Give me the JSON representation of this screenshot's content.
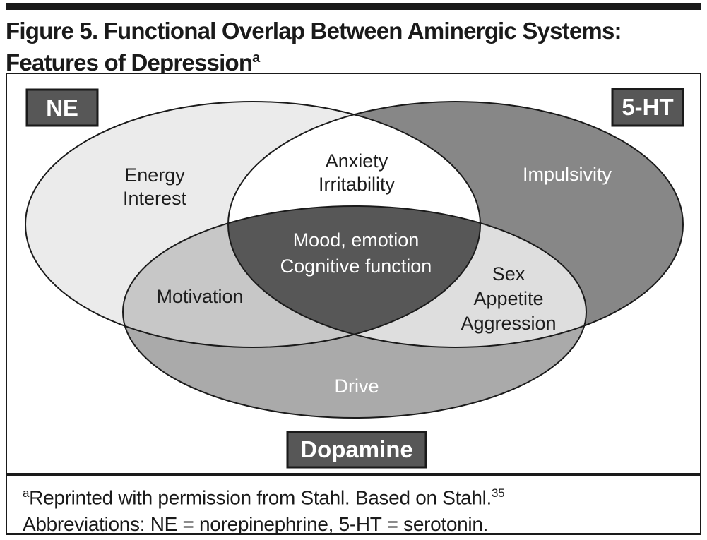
{
  "figure": {
    "title_line1": "Figure 5. Functional Overlap Between Aminergic Systems:",
    "title_line2": "Features of Depression",
    "title_sup": "a"
  },
  "diagram": {
    "system_labels": {
      "ne": "NE",
      "serotonin": "5-HT",
      "dopamine": "Dopamine"
    },
    "regions": {
      "ne_only": {
        "line1": "Energy",
        "line2": "Interest"
      },
      "ne_5ht": {
        "line1": "Anxiety",
        "line2": "Irritability"
      },
      "5ht_only": {
        "line1": "Impulsivity"
      },
      "center": {
        "line1": "Mood, emotion",
        "line2": "Cognitive function"
      },
      "ne_da": {
        "line1": "Motivation"
      },
      "5ht_da": {
        "line1": "Sex",
        "line2": "Appetite",
        "line3": "Aggression"
      },
      "da_only": {
        "line1": "Drive"
      }
    },
    "colors": {
      "ne_only": "#ebebeb",
      "serotonin_only": "#878787",
      "dopamine_only": "#aaaaaa",
      "ne_5ht": "#ffffff",
      "ne_da": "#c7c7c7",
      "5ht_da": "#dedede",
      "center": "#575757",
      "label_box": "#575757",
      "outline": "#1a1a1a"
    }
  },
  "footnote": {
    "sup1": "a",
    "line1": "Reprinted with permission from Stahl. Based on Stahl.",
    "sup2": "35",
    "line2": "Abbreviations: NE = norepinephrine, 5-HT = serotonin."
  }
}
